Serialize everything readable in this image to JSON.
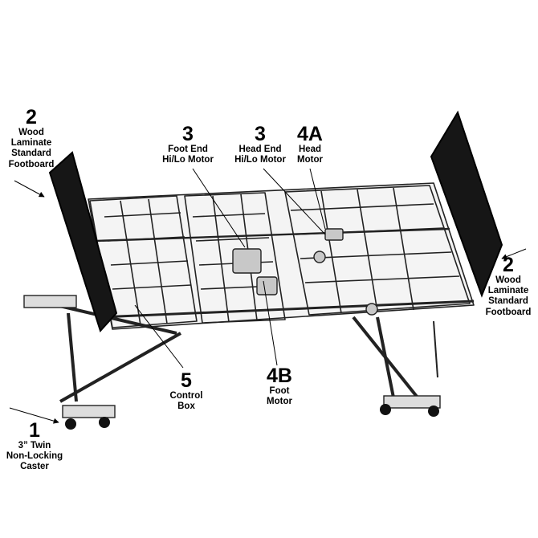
{
  "callouts": {
    "footboard_left": {
      "number": "2",
      "text": "Wood\nLaminate\nStandard\nFootboard"
    },
    "foot_hilo_motor": {
      "number": "3",
      "text": "Foot End\nHi/Lo Motor"
    },
    "head_hilo_motor": {
      "number": "3",
      "text": "Head End\nHi/Lo Motor"
    },
    "head_motor": {
      "number": "4A",
      "text": "Head\nMotor"
    },
    "footboard_right": {
      "number": "2",
      "text": "Wood\nLaminate\nStandard\nFootboard"
    },
    "control_box": {
      "number": "5",
      "text": "Control\nBox"
    },
    "foot_motor": {
      "number": "4B",
      "text": "Foot\nMotor"
    },
    "caster": {
      "number": "1",
      "text": "3” Twin\nNon-Locking\nCaster"
    }
  }
}
